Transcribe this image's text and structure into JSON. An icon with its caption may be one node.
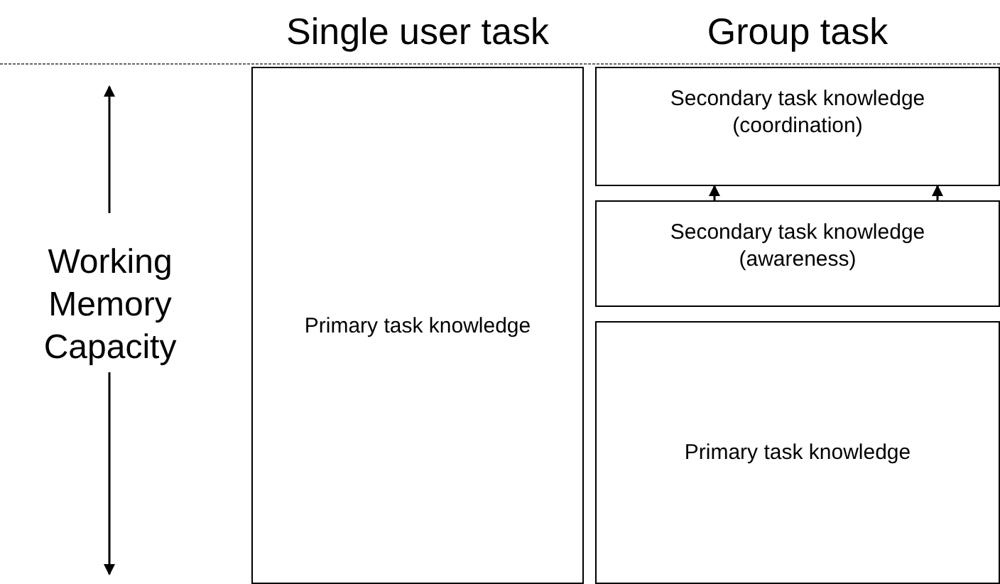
{
  "diagram": {
    "nodes": [
      {
        "text": [
          "Primary task knowledge"
        ]
      },
      {
        "text": [
          "Secondary task knowledge (coordination)"
        ]
      },
      {
        "text": [
          "Secondary task knowledge (awareness)"
        ]
      },
      {
        "text": [
          "Primary task knowledge"
        ]
      }
    ],
    "edges": [
      {
        "from": 2,
        "to": 1,
        "arrow": "to"
      },
      {
        "from": 2,
        "to": 1,
        "arrow": "to"
      }
    ],
    "labels": [
      "Single user task",
      "Group task",
      "Working Memory Capacity"
    ]
  }
}
